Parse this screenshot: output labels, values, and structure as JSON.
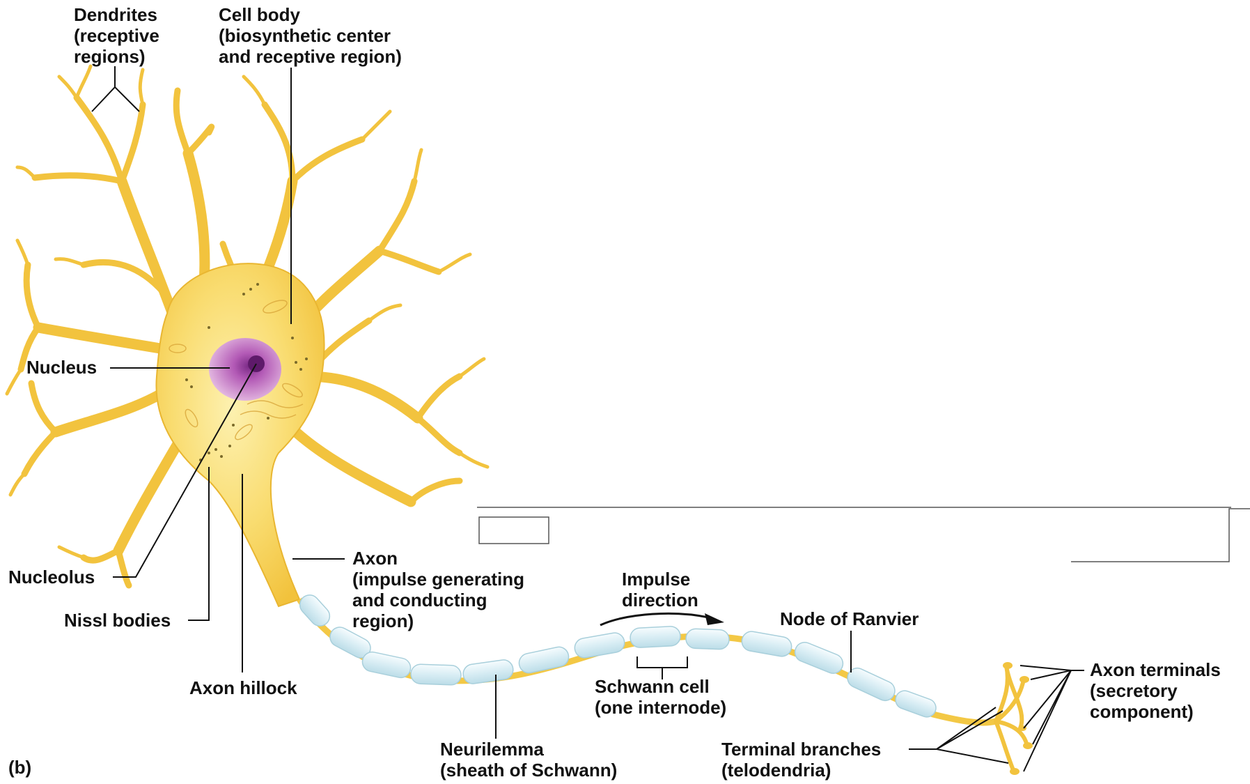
{
  "labels": {
    "dendrites": [
      "Dendrites",
      "(receptive",
      "regions)"
    ],
    "cell_body": [
      "Cell body",
      "(biosynthetic center",
      "and receptive region)"
    ],
    "nucleus": "Nucleus",
    "nucleolus": "Nucleolus",
    "nissl_bodies": "Nissl bodies",
    "axon_hillock": "Axon hillock",
    "axon": [
      "Axon",
      "(impulse generating",
      "and conducting",
      "region)"
    ],
    "impulse_direction": [
      "Impulse",
      "direction"
    ],
    "node_of_ranvier": "Node of Ranvier",
    "schwann_cell": [
      "Schwann cell",
      "(one internode)"
    ],
    "neurilemma": [
      "Neurilemma",
      "(sheath of Schwann)"
    ],
    "terminal_branches": [
      "Terminal branches",
      "(telodendria)"
    ],
    "axon_terminals": [
      "Axon terminals",
      "(secretory",
      "component)"
    ],
    "panel_letter": "(b)"
  },
  "colors": {
    "neuron_fill": "#f8d35a",
    "neuron_highlight": "#fdeea0",
    "neuron_edge": "#e7b52c",
    "nucleus": "#b65db8",
    "nucleolus": "#6b1e78",
    "myelin": "#dff0f5",
    "myelin_edge": "#a9cfdc",
    "leader_line": "#111111"
  }
}
